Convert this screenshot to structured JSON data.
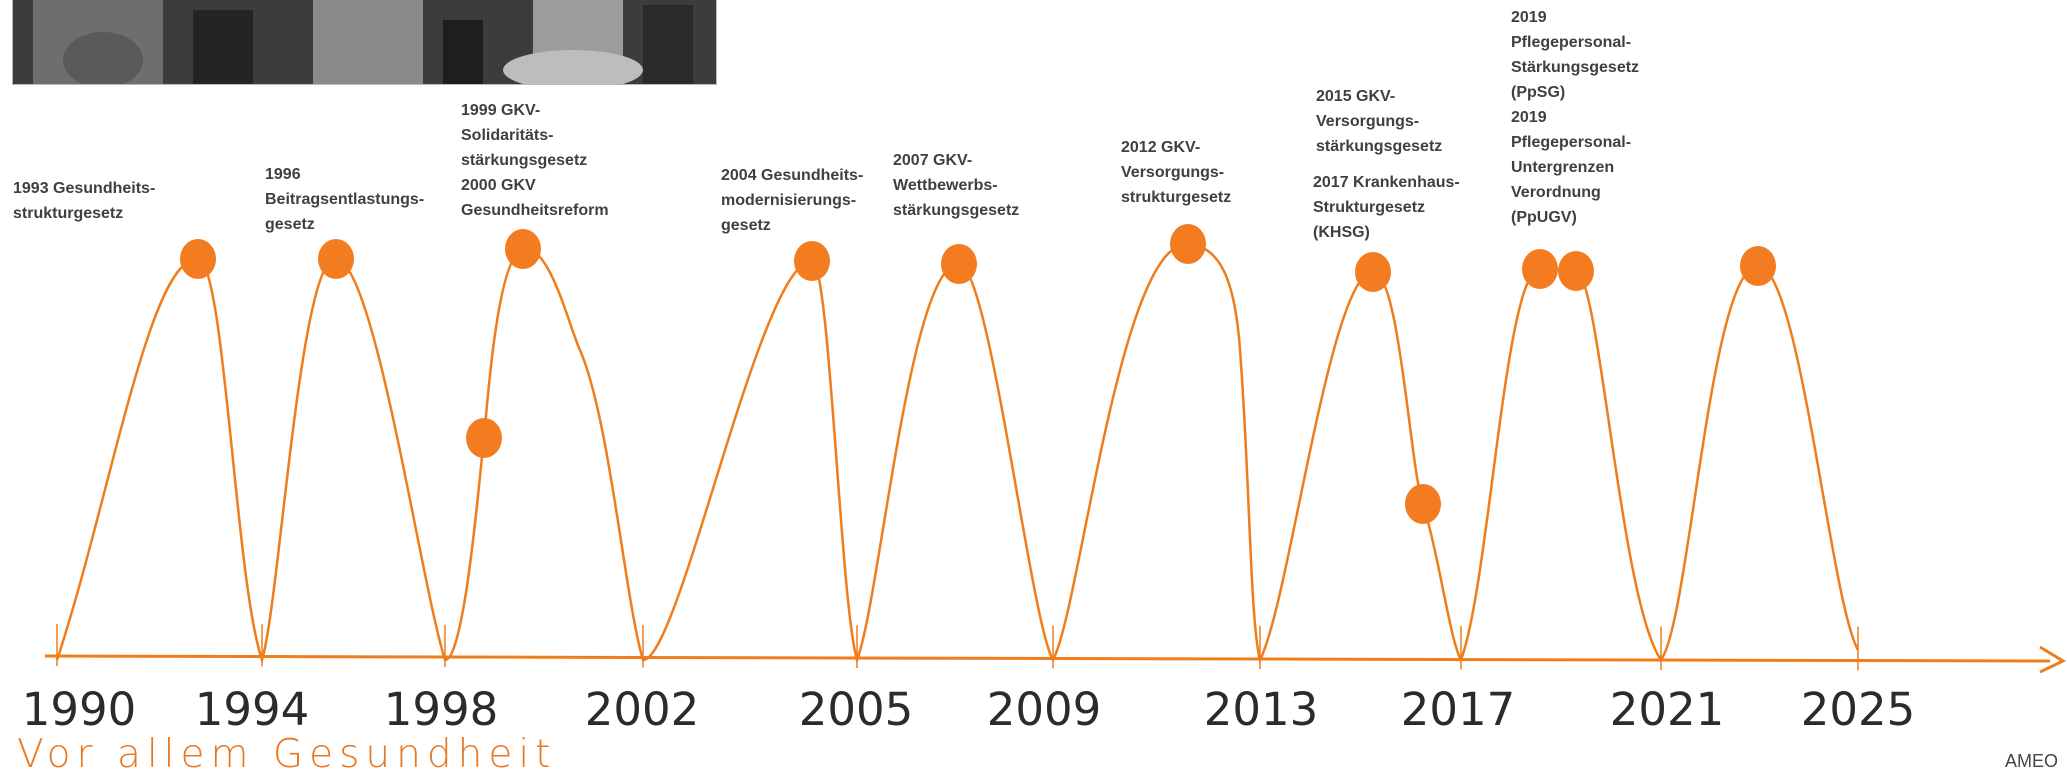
{
  "chart_data": {
    "type": "line",
    "colors": {
      "accent": "#F07D1B",
      "marker": "#F47C20",
      "text": "#404040"
    },
    "x_ticks": [
      "1990",
      "1994",
      "1998",
      "2002",
      "2005",
      "2009",
      "2013",
      "2017",
      "2021",
      "2025"
    ],
    "events": [
      {
        "text": "1993 Gesundheits-\nstrukturgesetz"
      },
      {
        "text": "1996\nBeitragsentlastungs-\ngesetz"
      },
      {
        "text": "1999 GKV-\nSolidaritäts-\nstärkungsgesetz\n2000 GKV\nGesundheitsreform"
      },
      {
        "text": "2004 Gesundheits-\nmodernisierungs-\ngesetz"
      },
      {
        "text": "2007 GKV-\nWettbewerbs-\nstärkungsgesetz"
      },
      {
        "text": "2012 GKV-\nVersorgungs-\nstrukturgesetz"
      },
      {
        "text": "2015 GKV-\nVersorgungs-\nstärkungsgesetz"
      },
      {
        "text": "2017 Krankenhaus-\nStrukturgesetz\n(KHSG)"
      },
      {
        "text": "2019\nPflegepersonal-\nStärkungsgesetz\n(PpSG)\n2019\nPflegepersonal-\nUntergrenzen\nVerordnung\n(PpUGV)"
      }
    ]
  },
  "footer": {
    "slogan": "Vor allem Gesundheit",
    "brand": "AMEO"
  }
}
